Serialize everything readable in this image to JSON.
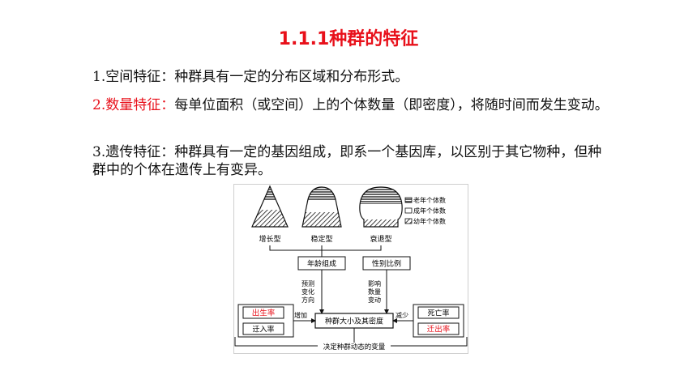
{
  "title": "1.1.1种群的特征",
  "paragraphs": [
    {
      "label": "1.空间特征",
      "sep": "：",
      "text": "种群具有一定的分布区域和分布形式。",
      "label_color": "#111111"
    },
    {
      "label": "2.数量特征",
      "sep": "：",
      "text": "每单位面积（或空间）上的个体数量（即密度），将随时间而发生变动。",
      "label_color": "#e8101a"
    },
    {
      "label": "3.遗传特征",
      "sep": "：",
      "text": "种群具有一定的基因组成，即系一个基因库，以区别于其它物种，但种群中的个体在遗传上有变异。",
      "label_color": "#111111"
    }
  ],
  "figure": {
    "legend": [
      "老年个体数",
      "成年个体数",
      "幼年个体数"
    ],
    "pyramids": [
      "增长型",
      "稳定型",
      "衰退型"
    ],
    "age_structure": "年龄组成",
    "sex_ratio": "性别比例",
    "predict_label": [
      "预测",
      "变化",
      "方向"
    ],
    "affect_label": [
      "影响",
      "数量",
      "变动"
    ],
    "center": "种群大小及其密度",
    "increase": "增加",
    "decrease": "减少",
    "birth_rate": "出生率",
    "immigration": "迁入率",
    "death_rate": "死亡率",
    "emigration": "迁出率",
    "bottom_label": "决定种群动态的变量",
    "highlight_color": "#e8101a"
  }
}
